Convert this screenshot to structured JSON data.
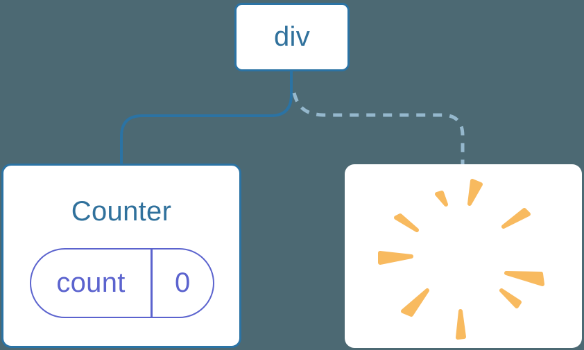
{
  "colors": {
    "bg": "#4C6973",
    "border_blue": "#2B73A4",
    "text_blue": "#30719C",
    "dashed_blue": "#95B8CD",
    "purple": "#5B63CE",
    "orange": "#F8BA5F",
    "card_bg": "#FFFFFF"
  },
  "diagram": {
    "root_node": {
      "label": "div"
    },
    "counter_node": {
      "title": "Counter",
      "state": {
        "key": "count",
        "value": "0"
      },
      "link_style": "solid"
    },
    "removed_node": {
      "icon": "poof-icon",
      "link_style": "dashed"
    }
  }
}
